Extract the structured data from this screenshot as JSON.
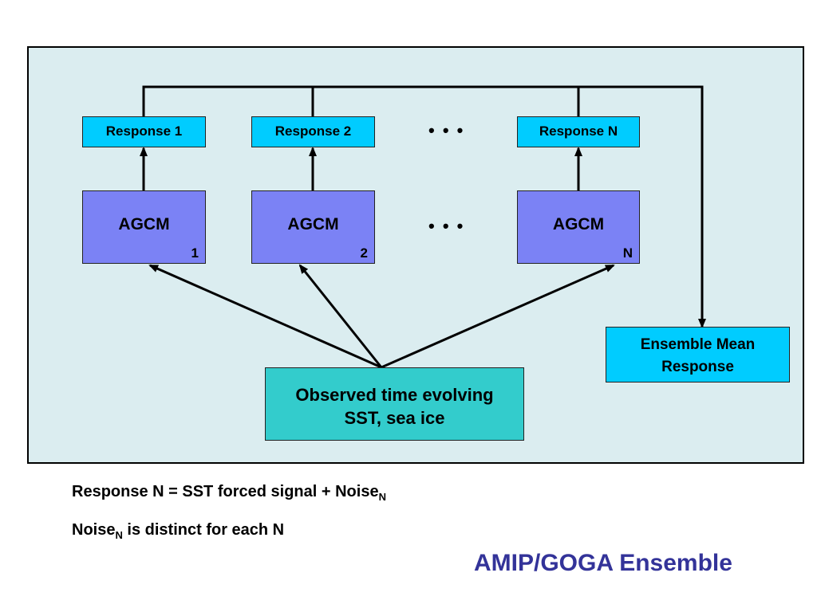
{
  "diagram": {
    "responses": [
      {
        "label": "Response 1"
      },
      {
        "label": "Response 2"
      },
      {
        "label": "Response N"
      }
    ],
    "agcms": [
      {
        "label": "AGCM",
        "subscript": "1"
      },
      {
        "label": "AGCM",
        "subscript": "2"
      },
      {
        "label": "AGCM",
        "subscript": "N"
      }
    ],
    "ellipsis": "• • •",
    "ensemble": {
      "line1": "Ensemble Mean",
      "line2": "Response"
    },
    "observed": {
      "line1": "Observed time evolving",
      "line2": "SST, sea ice"
    }
  },
  "notes": {
    "line1": {
      "main": "Response N = SST forced signal + Noise",
      "subscript": "N"
    },
    "line2": {
      "prefix": "Noise",
      "subscript": "N",
      "suffix": " is distinct for each N"
    }
  },
  "title": "AMIP/GOGA Ensemble",
  "colors": {
    "background_panel": "#dbedf0",
    "response_box": "#00ccff",
    "agcm_box": "#7b82f5",
    "observed_box": "#33cccc",
    "title_text": "#333399"
  }
}
